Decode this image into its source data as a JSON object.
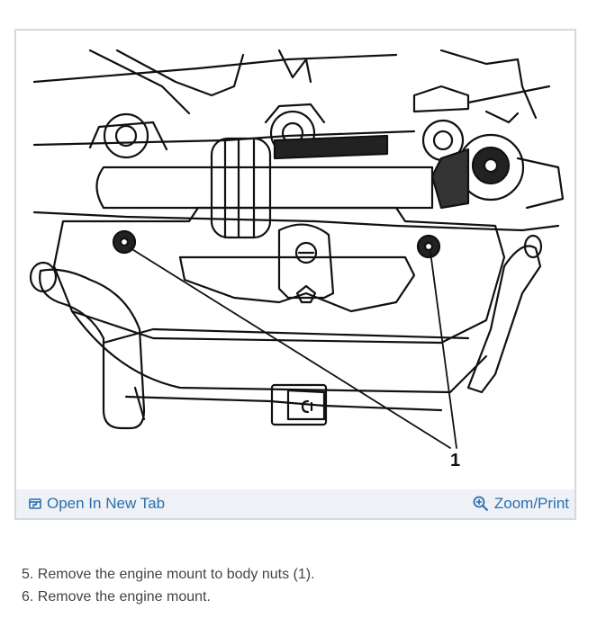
{
  "figure": {
    "callout_label": "1",
    "open_tab_label": "Open In New Tab",
    "zoom_label": "Zoom/Print",
    "open_tab_icon": "open-in-new-tab-icon",
    "zoom_icon": "zoom-in-icon",
    "link_color": "#2a6fb0"
  },
  "steps": [
    "5. Remove the engine mount to body nuts (1).",
    "6. Remove the engine mount."
  ]
}
